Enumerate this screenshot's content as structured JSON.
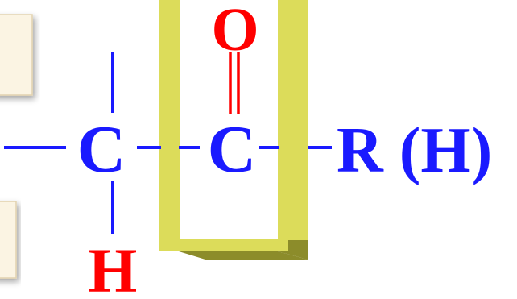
{
  "atoms": {
    "alpha_carbon": "C",
    "carbonyl_carbon": "C",
    "oxygen": "O",
    "hydrogen": "H",
    "substituent": "R (H)"
  },
  "colors": {
    "bond": "#1a1aff",
    "carbon": "#1a1aff",
    "oxygen": "#ff0000",
    "hydrogen": "#ff0000",
    "substituent": "#1a1aff",
    "highlight_bar": "#dcdc5a",
    "highlight_bar_dark": "#8c8c2a",
    "note_box_fill": "#fbf4e3",
    "note_box_border": "#e2d2ae"
  }
}
